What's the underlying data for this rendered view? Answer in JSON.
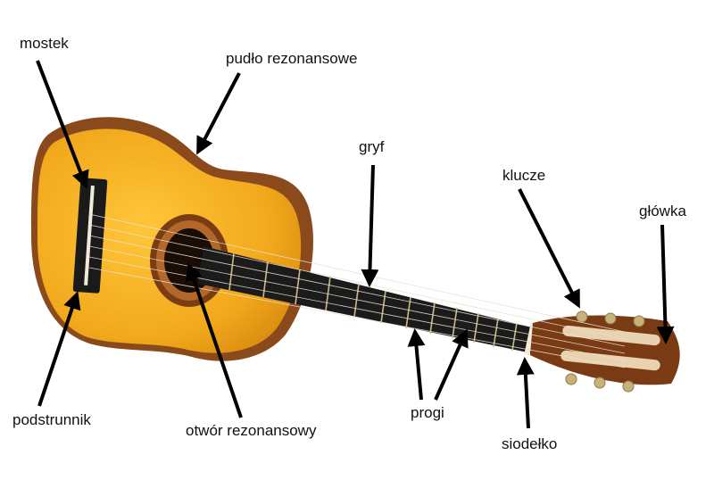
{
  "labels": {
    "mostek": "mostek",
    "pudlo": "pudło rezonansowe",
    "gryf": "gryf",
    "klucze": "klucze",
    "glowka": "główka",
    "podstrunnik": "podstrunnik",
    "otwor": "otwór rezonansowy",
    "progi": "progi",
    "siodelko": "siodełko"
  },
  "colors": {
    "body_top": "#f2a81c",
    "body_side": "#8a4a1c",
    "rosette": "#7a3d12",
    "fingerboard": "#1b1b1b",
    "fret": "#c9b98a",
    "headstock": "#7a3a14",
    "bridge": "#1a1a1a",
    "arrow": "#000000"
  },
  "icons": {
    "subject": "classical-guitar-illustration",
    "pointer": "arrow-icon"
  }
}
